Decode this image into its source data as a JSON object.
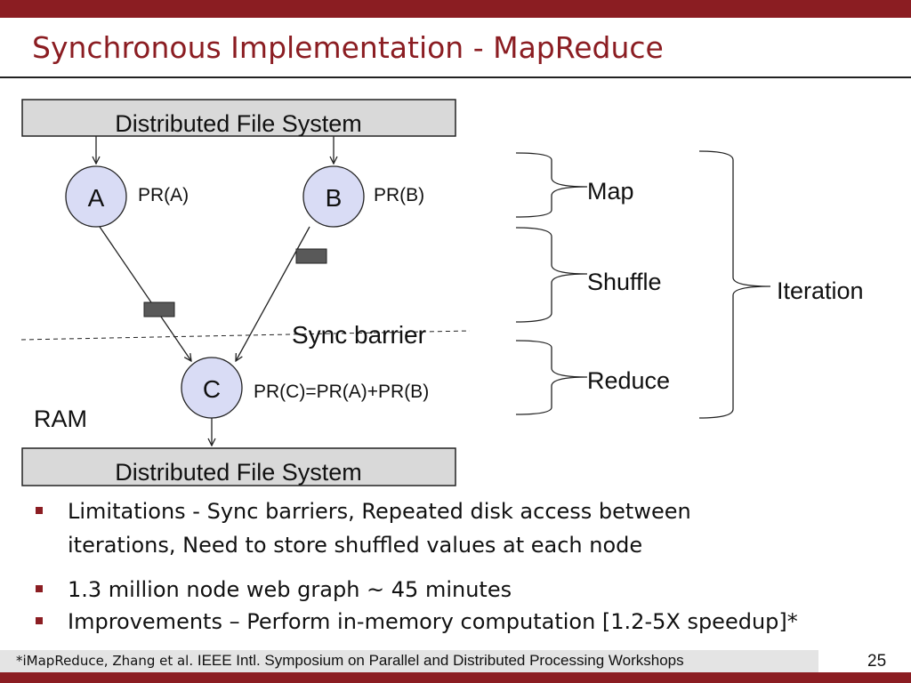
{
  "slide": {
    "title": "Synchronous Implementation - MapReduce",
    "page_number": "25",
    "colors": {
      "accent": "#8b1d22",
      "node_fill": "#d9dcf5",
      "dfs_fill": "#d9d9d9",
      "message_fill": "#595959"
    }
  },
  "diagram": {
    "dfs_top_label": "Distributed File System",
    "dfs_bottom_label": "Distributed File System",
    "nodes": {
      "a": "A",
      "b": "B",
      "c": "C"
    },
    "labels": {
      "pr_a": "PR(A)",
      "pr_b": "PR(B)",
      "pr_c": "PR(C)=PR(A)+PR(B)",
      "sync_barrier": "Sync barrier",
      "ram": "RAM"
    },
    "phases": {
      "map": "Map",
      "shuffle": "Shuffle",
      "reduce": "Reduce",
      "iteration": "Iteration"
    }
  },
  "bullets": [
    {
      "lines": [
        "Limitations - Sync barriers, Repeated disk access between",
        "iterations, Need to store shuffled values at each node"
      ]
    },
    {
      "lines": [
        "1.3 million node web graph ~ 45 minutes"
      ]
    },
    {
      "lines": [
        "Improvements – Perform in-memory computation [1.2-5X speedup]*"
      ]
    }
  ],
  "footer": {
    "citation_authors": "*iMapReduce, Zhang et al.",
    "citation_venue": " IEEE Intl. Symposium on Parallel and Distributed Processing Workshops"
  }
}
